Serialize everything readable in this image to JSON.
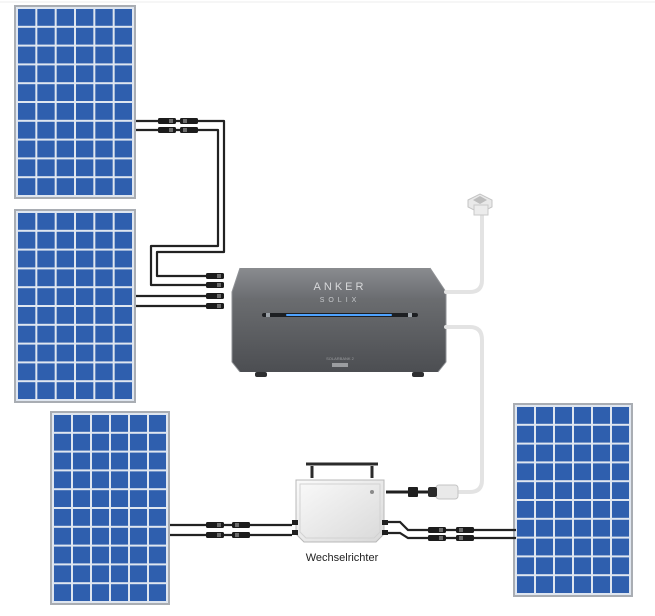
{
  "device": {
    "brand": "ANKER",
    "product_line": "SOLIX",
    "model_marking": "SOLARBANK 2"
  },
  "inverter": {
    "label": "Wechselrichter"
  },
  "colors": {
    "panel_cell": "#2f5fae",
    "panel_frame": "#a9adb3",
    "panel_grid": "#dfe6f0",
    "cable": "#222222",
    "ac_cable": "#e3e3e3",
    "device_body": "#5d5f62",
    "led_strip": "#4fa3ff",
    "inverter_body": "#f0f0f0"
  },
  "icons": {
    "solar_panel": "solar-panel-icon",
    "connector": "mc4-connector-icon",
    "plug": "ac-plug-icon",
    "outlet": "wall-outlet-icon"
  }
}
